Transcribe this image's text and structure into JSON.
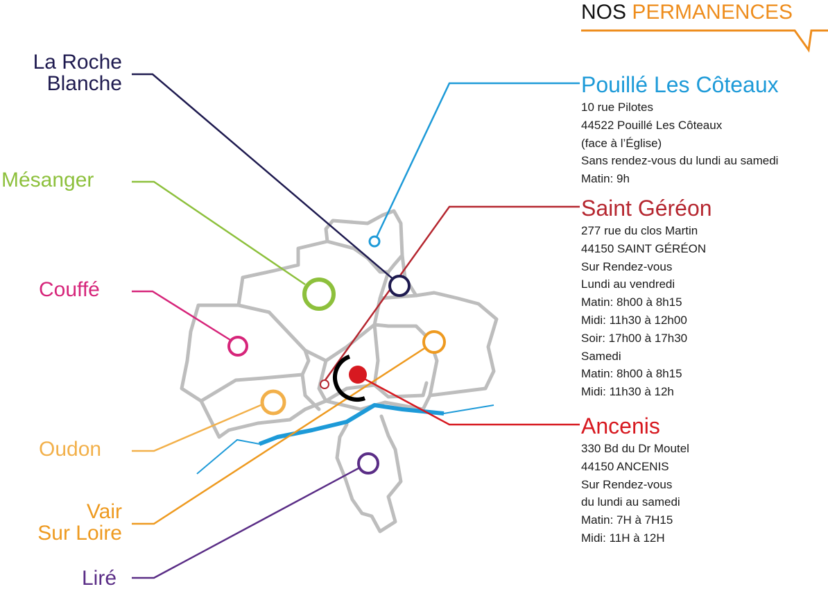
{
  "heading": {
    "part1": "NOS",
    "part2": "PERMANENCES"
  },
  "colors": {
    "roche": "#1e1a4f",
    "mesanger": "#8dc03c",
    "couffe": "#d6257a",
    "oudon": "#f2b04a",
    "vair": "#ee9a20",
    "lire": "#5a2d86",
    "pouille": "#1d9ad8",
    "gereon": "#b5262f",
    "ancenis": "#d71920",
    "border": "#bdbdbd",
    "river": "#1d9ad8",
    "heading_accent": "#ee8d1d"
  },
  "communes": {
    "roche": "La Roche\nBlanche",
    "mesanger": "Mésanger",
    "couffe": "Couffé",
    "oudon": "Oudon",
    "vair": "Vair\nSur Loire",
    "lire": "Liré"
  },
  "permanences": {
    "pouille": {
      "name": "Pouillé Les Côteaux",
      "lines": [
        "10 rue Pilotes",
        "44522 Pouillé Les Côteaux",
        "(face à l’Église)",
        "Sans rendez-vous du lundi au samedi",
        "Matin: 9h"
      ]
    },
    "gereon": {
      "name": "Saint Géréon",
      "lines": [
        "277 rue du clos Martin",
        "44150 SAINT GÉRÉON",
        "Sur Rendez-vous",
        "Lundi au vendredi",
        "Matin: 8h00 à 8h15",
        "Midi: 11h30 à 12h00",
        "Soir: 17h00 à 17h30",
        "Samedi",
        "Matin: 8h00 à 8h15",
        "Midi: 11h30 à 12h"
      ]
    },
    "ancenis": {
      "name": "Ancenis",
      "lines": [
        "330 Bd du Dr Moutel",
        "44150 ANCENIS",
        "Sur Rendez-vous",
        "du lundi au samedi",
        "Matin: 7H à 7H15",
        "Midi: 11H à 12H"
      ]
    }
  }
}
